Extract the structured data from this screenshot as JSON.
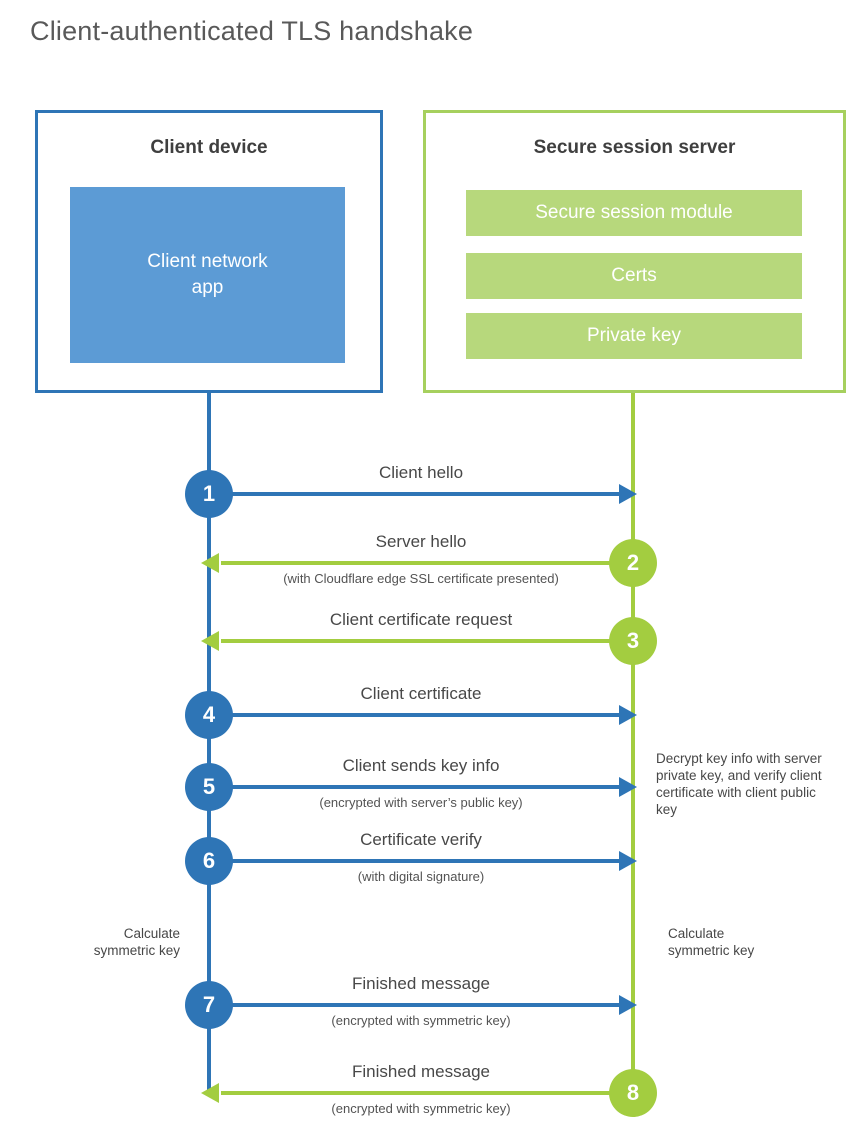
{
  "title": "Client-authenticated TLS handshake",
  "client": {
    "title": "Client device",
    "app_label": "Client network app"
  },
  "server": {
    "title": "Secure session server",
    "modules": [
      "Secure session module",
      "Certs",
      "Private key"
    ]
  },
  "steps": [
    {
      "number": "1",
      "label": "Client hello",
      "sublabel": "",
      "direction": "right",
      "actor": "client"
    },
    {
      "number": "2",
      "label": "Server hello",
      "sublabel": "(with Cloudflare edge SSL certificate presented)",
      "direction": "left",
      "actor": "server"
    },
    {
      "number": "3",
      "label": "Client certificate request",
      "sublabel": "",
      "direction": "left",
      "actor": "server"
    },
    {
      "number": "4",
      "label": "Client certificate",
      "sublabel": "",
      "direction": "right",
      "actor": "client"
    },
    {
      "number": "5",
      "label": "Client sends key info",
      "sublabel": "(encrypted with server’s public key)",
      "direction": "right",
      "actor": "client"
    },
    {
      "number": "6",
      "label": "Certificate verify",
      "sublabel": "(with digital signature)",
      "direction": "right",
      "actor": "client"
    },
    {
      "number": "7",
      "label": "Finished message",
      "sublabel": "(encrypted with symmetric key)",
      "direction": "right",
      "actor": "client"
    },
    {
      "number": "8",
      "label": "Finished message",
      "sublabel": "(encrypted with symmetric key)",
      "direction": "left",
      "actor": "server"
    }
  ],
  "notes": {
    "decrypt": "Decrypt key info with server private key, and verify client certificate with client public key",
    "calc_left": "Calculate symmetric key",
    "calc_right": "Calculate symmetric key"
  },
  "colors": {
    "blue_line": "#2e75b6",
    "blue_fill": "#5c9bd5",
    "green_line": "#a3cd40",
    "green_fill": "#b7d87c",
    "green_border": "#a6d05e",
    "heading_text": "#3f3f3f",
    "label_text": "#484848",
    "title_text": "#595959"
  }
}
